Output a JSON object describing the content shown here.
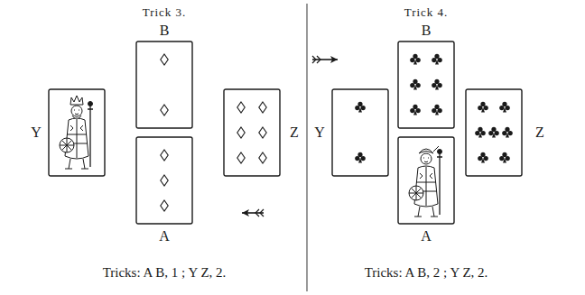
{
  "diagram": {
    "labels": [
      "Trick 3.",
      "B",
      "Y",
      "Z",
      "A",
      "Tricks: A B, 1 ; Y Z, 2.",
      "Trick 4.",
      "B",
      "Y",
      "Z",
      "A",
      "Tricks: A B, 2 ; Y Z, 2."
    ]
  }
}
